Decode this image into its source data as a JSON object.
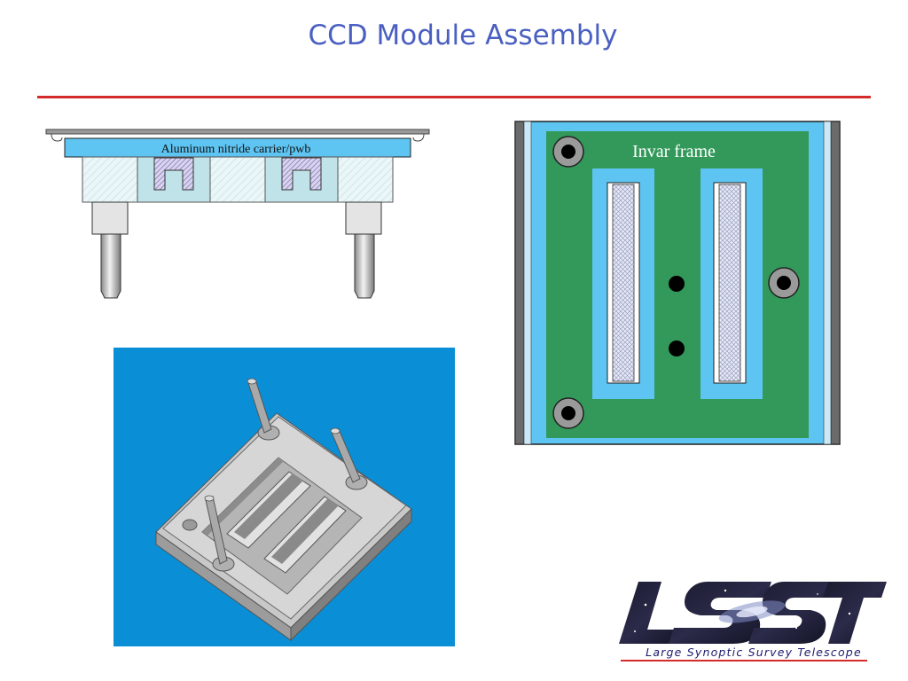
{
  "slide": {
    "title": "CCD Module Assembly"
  },
  "cross_section": {
    "carrier_label": "Aluminum nitride carrier/pwb"
  },
  "frame_view": {
    "label": "Invar frame"
  },
  "logo": {
    "caption": "Large Synoptic Survey Telescope"
  },
  "colors": {
    "title": "#4a5fc1",
    "rule": "#d42a2a",
    "carrier": "#5ec4f2",
    "frame_green": "#33995a",
    "render_bg": "#0a8fd6"
  }
}
